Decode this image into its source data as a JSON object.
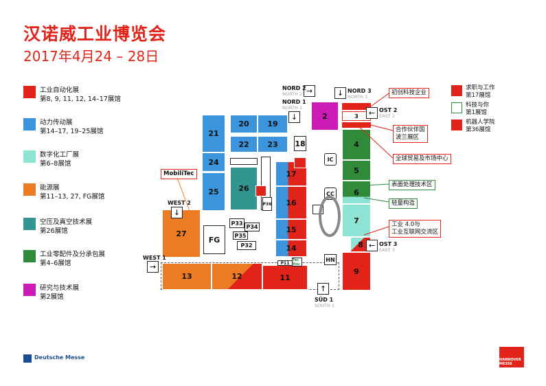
{
  "header": {
    "title": "汉诺威工业博览会",
    "subtitle": "2017年4月24 – 28日"
  },
  "colors": {
    "red": "#e2231a",
    "blue": "#3c94dc",
    "mint": "#8fe3d4",
    "orange": "#ec7b23",
    "teal": "#329590",
    "green": "#2f8a3a",
    "magenta": "#cc1ab7"
  },
  "legend": [
    {
      "color": "#e2231a",
      "line1": "工业自动化展",
      "line2": "第8, 9, 11, 12, 14–17展馆"
    },
    {
      "color": "#3c94dc",
      "line1": "动力传动展",
      "line2": "第14–17, 19–25展馆"
    },
    {
      "color": "#8fe3d4",
      "line1": "数字化工厂展",
      "line2": "第6–8展馆"
    },
    {
      "color": "#ec7b23",
      "line1": "能源展",
      "line2": "第11–13, 27, FG展馆"
    },
    {
      "color": "#329590",
      "line1": "空压及真空技术展",
      "line2": "第26展馆"
    },
    {
      "color": "#2f8a3a",
      "line1": "工业零配件及分承包展",
      "line2": "第4–6展馆"
    },
    {
      "color": "#cc1ab7",
      "line1": "研究与技术展",
      "line2": "第2展馆"
    }
  ],
  "right_legend": [
    {
      "icon": "job-and-career-icon",
      "line1": "求职与工作",
      "line2": "第17展馆"
    },
    {
      "icon": "tec2you-icon",
      "line1": "科技与你",
      "line2": "第1展馆"
    },
    {
      "icon": "robotics-academy-icon",
      "line1": "机器人学院",
      "line2": "第36展馆"
    }
  ],
  "halls": {
    "h2": "2",
    "h3": "3",
    "h4": "4",
    "h5": "5",
    "h6": "6",
    "h7": "7",
    "h8": "8",
    "h9": "9",
    "h11": "11",
    "h12": "12",
    "h13": "13",
    "h14": "14",
    "h15": "15",
    "h16": "16",
    "h17": "17",
    "h18": "18",
    "h19": "19",
    "h20": "20",
    "h21": "21",
    "h22": "22",
    "h23": "23",
    "h24": "24",
    "h25": "25",
    "h26": "26",
    "h27": "27",
    "fg": "FG"
  },
  "pavilions": {
    "p32": "P32",
    "p33": "P33",
    "p34": "P34",
    "p35": "P35",
    "p11": "P11",
    "p36": "P36"
  },
  "venues": {
    "ic": "IC",
    "cc": "CC",
    "hn": "HN",
    "tec": "Tec You"
  },
  "gates": {
    "nord2": "NORD 2",
    "nord2_sub": "NORTH 2",
    "nord1": "NORD 1",
    "nord1_sub": "NORTH 1",
    "nord3": "NORD 3",
    "nord3_sub": "NORTH 3",
    "ost2": "OST 2",
    "ost2_sub": "EAST 2",
    "ost3": "OST 3",
    "ost3_sub": "EAST 3",
    "west2": "WEST 2",
    "west1": "WEST 1",
    "sud1": "SÜD 1",
    "sud1_sub": "SOUTH 1"
  },
  "callouts": {
    "mobilitec": "MobiliTec",
    "startups": "初创科技企业",
    "partner1": "合作伙伴国",
    "partner2": "波兰展区",
    "globalbiz": "全球贸易及市场中心",
    "surface": "表面处理技术区",
    "lightweight": "轻量构造",
    "industry40_1": "工业 4.0与",
    "industry40_2": "工业互联网交流区"
  },
  "footer": {
    "brand": "Deutsche Messe",
    "logo": "HANNOVER MESSE"
  }
}
